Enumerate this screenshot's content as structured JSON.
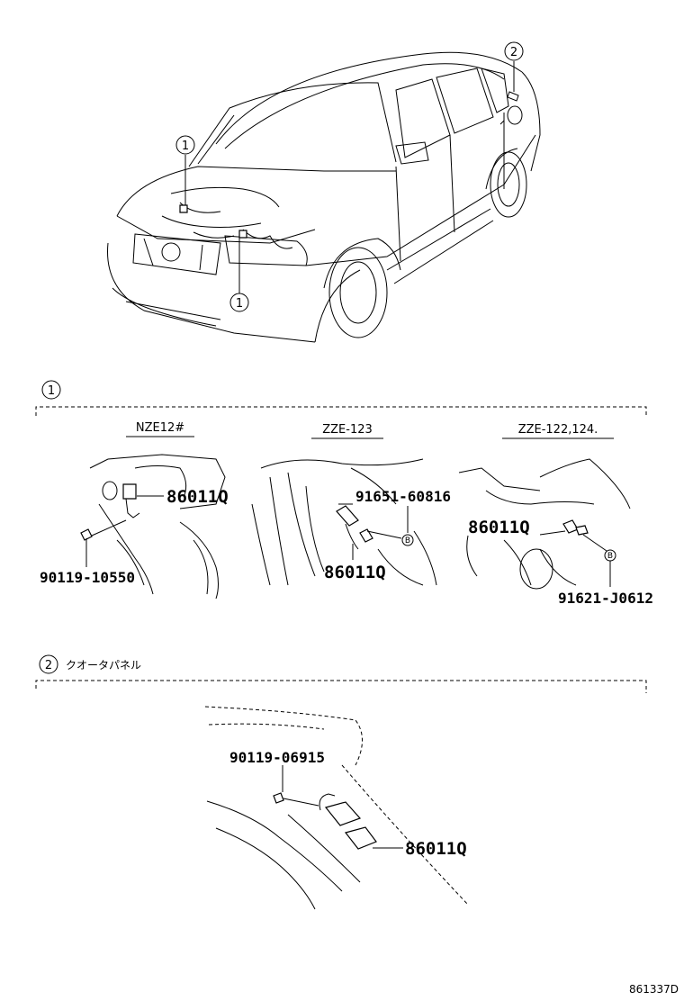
{
  "callouts": {
    "c1": "1",
    "c2": "2"
  },
  "section1": {
    "number": "1",
    "variants": {
      "a": "NZE12#",
      "b": "ZZE-123",
      "c": "ZZE-122,124."
    },
    "parts": {
      "sensor_a": "86011Q",
      "bolt_a": "90119-10550",
      "clamp_b": "91651-60816",
      "sensor_b": "86011Q",
      "sensor_c": "86011Q",
      "bolt_c": "91621-J0612"
    },
    "marker": "B"
  },
  "section2": {
    "number": "2",
    "title": "クオータパネル",
    "parts": {
      "bolt": "90119-06915",
      "sensor": "86011Q"
    }
  },
  "footer": {
    "code": "861337D"
  }
}
